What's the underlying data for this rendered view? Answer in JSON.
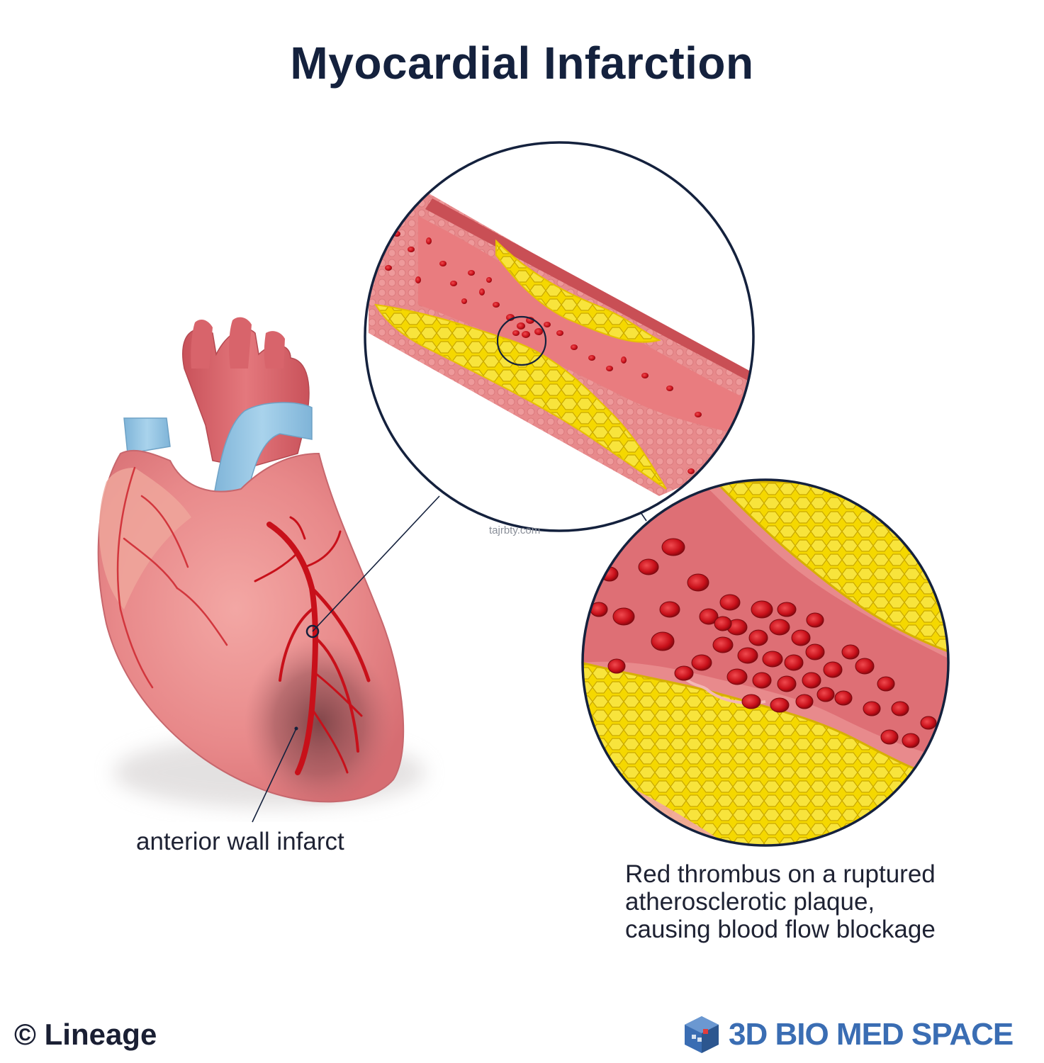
{
  "title": "Myocardial Infarction",
  "labels": {
    "infarct": "anterior wall infarct",
    "thrombus_lines": [
      "Red thrombus on a ruptured",
      "atherosclerotic plaque,",
      "causing blood flow blockage"
    ]
  },
  "watermark": "tajrbty.com",
  "copyright": "© Lineage",
  "brand": {
    "name": "3D BIO MED SPACE",
    "logo_icon": "cube-logo-icon",
    "color": "#3a6db3"
  },
  "colors": {
    "title": "#14213d",
    "vessel_wall": "#d9656a",
    "plaque": "#f2d600",
    "blood_cell": "#d8141e",
    "aorta": "#d8646b",
    "vena_cava": "#8fc3e3",
    "outline": "#14213d"
  }
}
